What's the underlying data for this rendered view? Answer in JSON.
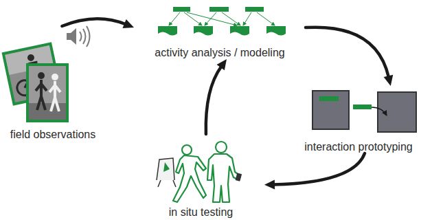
{
  "diagram": {
    "nodes": [
      {
        "text": [
          "activity analysis / modeling"
        ]
      },
      {
        "text": [
          "field observations"
        ]
      },
      {
        "text": [
          "interaction prototyping"
        ]
      },
      {
        "text": [
          "in situ testing"
        ]
      }
    ],
    "edges": [
      {
        "from": 1,
        "to": 0,
        "arrow": "to"
      },
      {
        "from": 0,
        "to": 2,
        "arrow": "to"
      },
      {
        "from": 2,
        "to": 3,
        "arrow": "to"
      },
      {
        "from": 3,
        "to": 0,
        "arrow": "to"
      }
    ]
  }
}
